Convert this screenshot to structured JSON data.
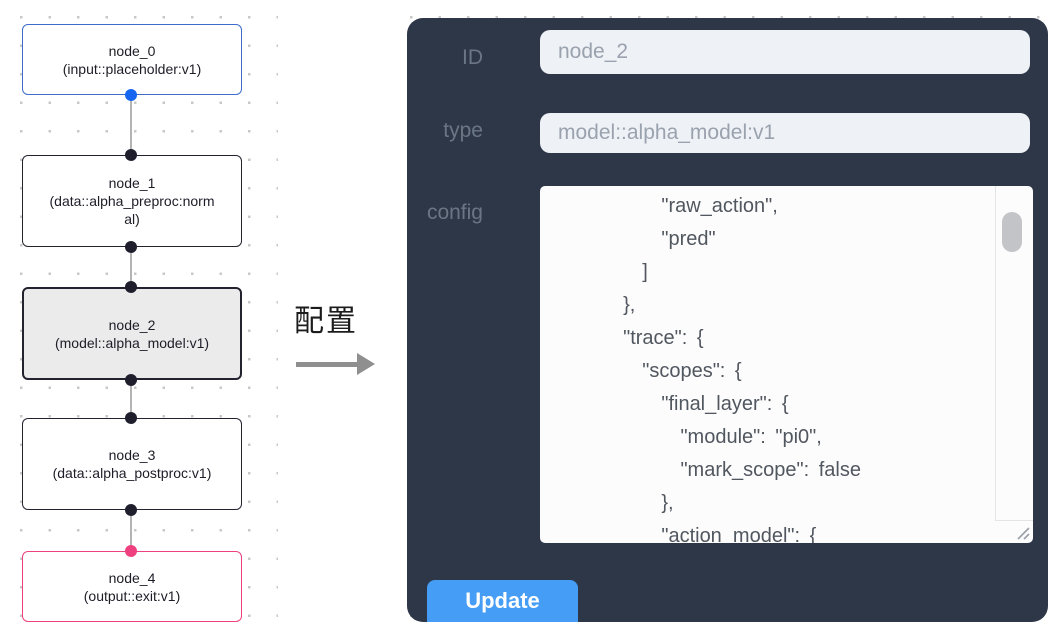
{
  "canvas": {
    "nodes": [
      {
        "id": "node_0",
        "type_label": "(input::placeholder:v1)",
        "variant": "input"
      },
      {
        "id": "node_1",
        "type_label": "(data::alpha_preproc:normal)",
        "variant": "default"
      },
      {
        "id": "node_2",
        "type_label": "(model::alpha_model:v1)",
        "variant": "selected"
      },
      {
        "id": "node_3",
        "type_label": "(data::alpha_postproc:v1)",
        "variant": "default"
      },
      {
        "id": "node_4",
        "type_label": "(output::exit:v1)",
        "variant": "output"
      }
    ]
  },
  "annotation": {
    "label": "配置"
  },
  "panel": {
    "id_field": {
      "label": "ID",
      "value": "node_2"
    },
    "type_field": {
      "label": "type",
      "value": "model::alpha_model:v1"
    },
    "config_field": {
      "label": "config",
      "lines": [
        "      \"raw_action\",",
        "      \"pred\"",
        "    ]",
        "  },",
        "  \"trace\": {",
        "    \"scopes\": {",
        "      \"final_layer\": {",
        "        \"module\": \"pi0\",",
        "        \"mark_scope\": false",
        "      },",
        "      \"action_model\": {"
      ]
    },
    "update_label": "Update"
  },
  "colors": {
    "panel_bg": "#2d3748",
    "accent_button": "#459df6",
    "node_default_border": "#23232f",
    "node_input_border": "#3e6bca",
    "node_output_border": "#ee3f7f",
    "node_selected_bg": "#ebebeb",
    "port_blue": "#1565f0",
    "port_dark": "#1e1e2d",
    "port_pink": "#ee3f7f",
    "edge": "#b4b4b4"
  }
}
